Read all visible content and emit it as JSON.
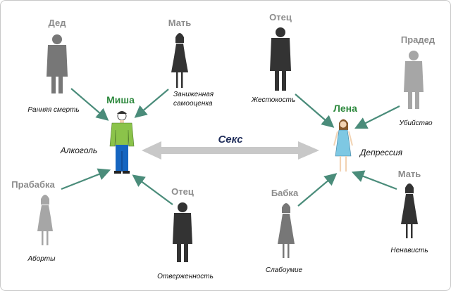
{
  "colors": {
    "arrow": "#4a8c7a",
    "big_arrow": "#c8c8c8",
    "relative_light": "#a6a6a6",
    "relative_mid": "#777777",
    "relative_dark": "#333333",
    "name_gray": "#8c8c8c",
    "main_name_green": "#2f8a3f",
    "misha_shirt": "#8bc34a",
    "misha_pants": "#1565c0",
    "lena_dress": "#7ec8e3"
  },
  "center": {
    "label": "Секс"
  },
  "misha": {
    "name": "Миша",
    "trait": "Алкоголь"
  },
  "lena": {
    "name": "Лена",
    "trait": "Депрессия"
  },
  "relatives": {
    "ded": {
      "name": "Дед",
      "caption": "Ранняя смерть",
      "icon": "male-silhouette-icon"
    },
    "mat_misha": {
      "name": "Мать",
      "caption_line1": "Заниженная",
      "caption_line2": "самооценка",
      "icon": "female-silhouette-icon"
    },
    "prababka": {
      "name": "Прабабка",
      "caption": "Аборты",
      "icon": "female-silhouette-icon"
    },
    "otec_misha": {
      "name": "Отец",
      "caption": "Отверженность",
      "icon": "male-silhouette-icon"
    },
    "otec_lena": {
      "name": "Отец",
      "caption": "Жестокость",
      "icon": "male-silhouette-icon"
    },
    "praded": {
      "name": "Прадед",
      "caption": "Убийство",
      "icon": "male-silhouette-icon"
    },
    "babka": {
      "name": "Бабка",
      "caption": "Слабоумие",
      "icon": "female-silhouette-icon"
    },
    "mat_lena": {
      "name": "Мать",
      "caption": "Ненависть",
      "icon": "female-silhouette-icon"
    }
  }
}
